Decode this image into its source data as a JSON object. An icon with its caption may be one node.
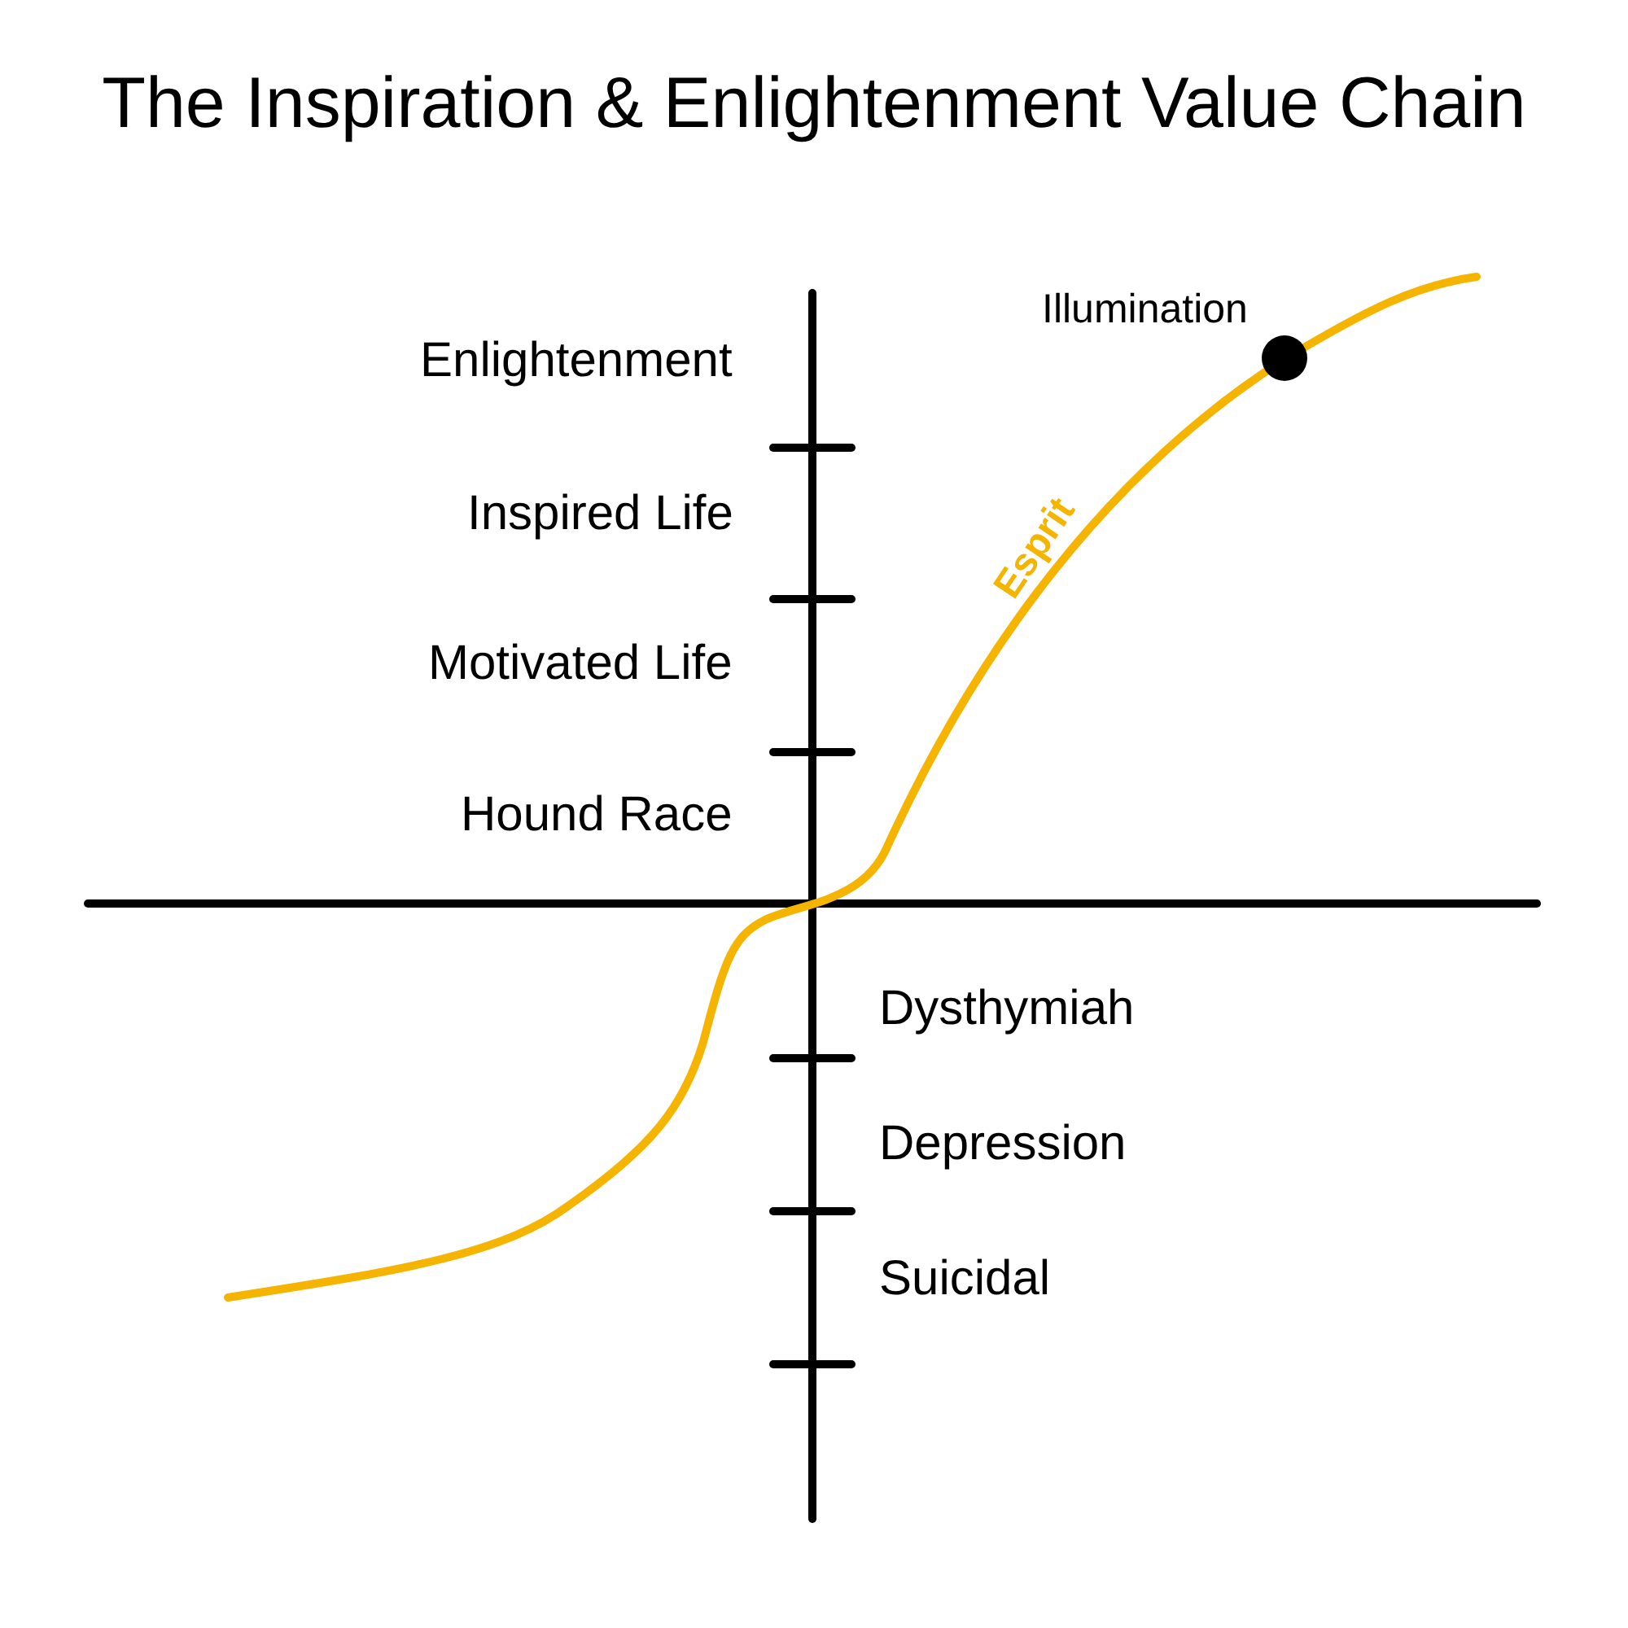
{
  "diagram": {
    "title": "The Inspiration & Enlightenment Value Chain",
    "labels": [
      "Enlightenment",
      "Inspired Life",
      "Motivated Life",
      "Hound Race",
      "Dysthymiah",
      "Depression",
      "Suicidal",
      "Illumination",
      "Esprit"
    ]
  }
}
